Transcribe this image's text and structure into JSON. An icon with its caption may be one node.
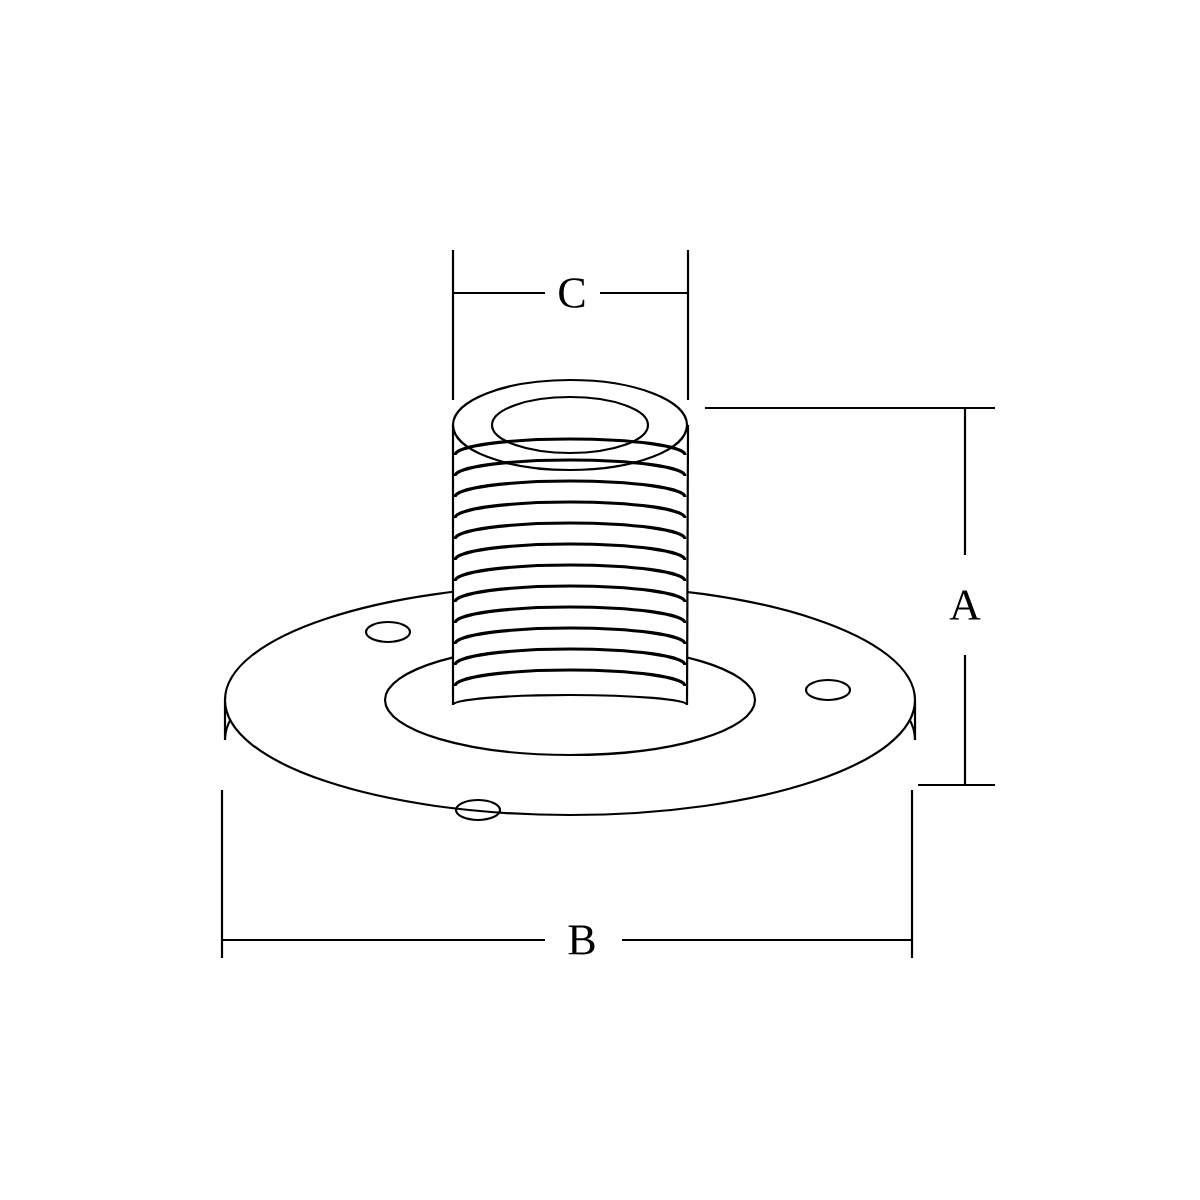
{
  "diagram": {
    "labels": [
      "C",
      "A",
      "B"
    ]
  }
}
